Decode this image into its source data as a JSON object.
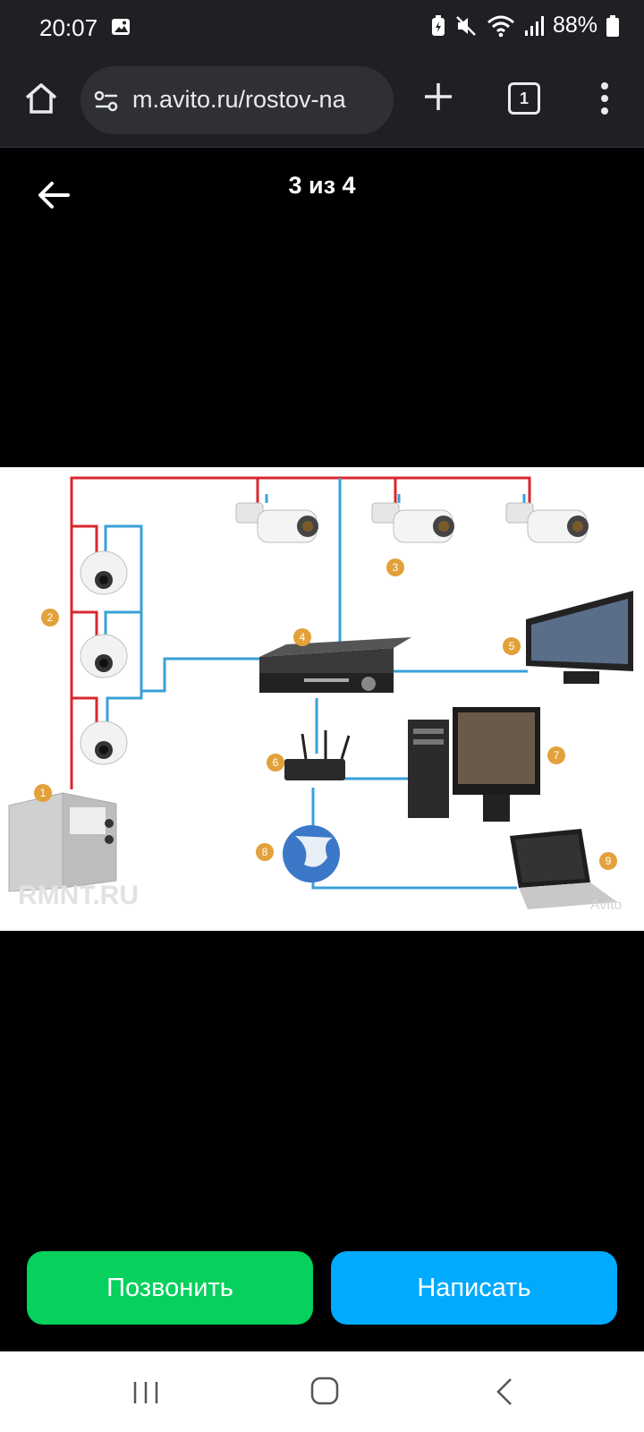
{
  "status_bar": {
    "time": "20:07",
    "battery": "88%",
    "icons": [
      "gallery-icon",
      "battery-saver-icon",
      "mute-icon",
      "wifi-icon",
      "signal-icon",
      "battery-icon"
    ]
  },
  "browser": {
    "url": "m.avito.ru/rostov-na",
    "tab_count": "1",
    "icons": [
      "home-icon",
      "site-settings-icon",
      "plus-icon",
      "tabs-icon",
      "more-vert-icon"
    ]
  },
  "viewer": {
    "counter": "3 из 4",
    "back_icon": "arrow-left-icon"
  },
  "photo": {
    "labels": [
      "1",
      "2",
      "3",
      "4",
      "5",
      "6",
      "7",
      "8",
      "9"
    ],
    "watermark_left": "RMNT.RU",
    "watermark_right": "Avito",
    "colors": {
      "power_line": "#d9272e",
      "data_line": "#3aa0d8",
      "badge": "#e2a13a"
    }
  },
  "actions": {
    "call_label": "Позвонить",
    "write_label": "Написать",
    "call_color": "#05d15c",
    "write_color": "#00aaff"
  },
  "nav": {
    "icons": [
      "recent-apps-icon",
      "home-nav-icon",
      "back-nav-icon"
    ]
  }
}
